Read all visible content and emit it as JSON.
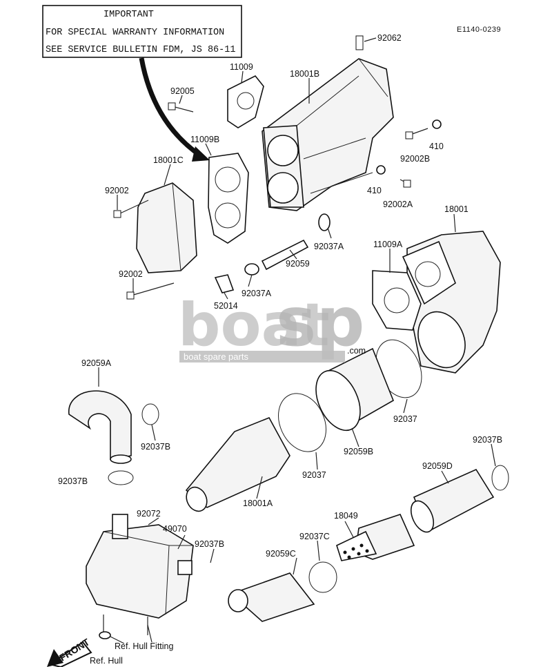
{
  "notice": {
    "title": "IMPORTANT",
    "line1": "FOR SPECIAL WARRANTY INFORMATION",
    "line2": "SEE SERVICE BULLETIN FDM, JS 86-11"
  },
  "diagram_code": "E1140-0239",
  "watermark": {
    "brand_a": "boat",
    "brand_b": "sp",
    "suffix": ".com",
    "tagline": "boat spare parts"
  },
  "front_arrow_label": "FRONT",
  "parts": {
    "p92062": "92062",
    "p11009": "11009",
    "p18001B": "18001B",
    "p92005": "92005",
    "p11009B": "11009B",
    "p18001C": "18001C",
    "p92002_top": "92002",
    "p92002_bottom": "92002",
    "p410_right": "410",
    "p92002B": "92002B",
    "p410_lower": "410",
    "p92002A": "92002A",
    "p18001": "18001",
    "p92037A_upper": "92037A",
    "p92059": "92059",
    "p92037A_lower": "92037A",
    "p11009A": "11009A",
    "p52014": "52014",
    "p92059A": "92059A",
    "p92037B_left": "92037B",
    "p92037B_bottom_left": "92037B",
    "p92037_right": "92037",
    "p92059B": "92059B",
    "p92037_mid": "92037",
    "p18001A": "18001A",
    "p92037B_right": "92037B",
    "p92059D": "92059D",
    "p92072": "92072",
    "p49070": "49070",
    "p92037B_muffler": "92037B",
    "p18049": "18049",
    "p92037C": "92037C",
    "p92059C": "92059C",
    "ref_hull_fitting": "Ref. Hull Fitting",
    "ref_hull": "Ref. Hull"
  }
}
